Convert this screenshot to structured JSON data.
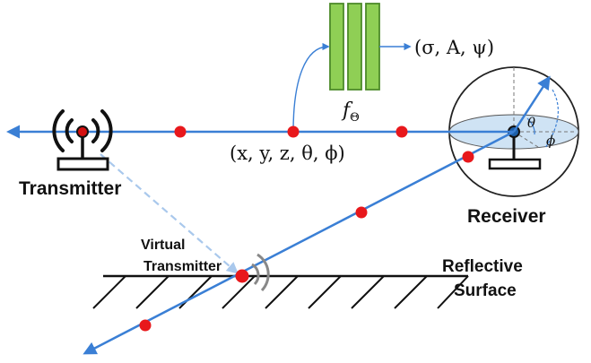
{
  "labels": {
    "transmitter": "Transmitter",
    "receiver": "Receiver",
    "virtual_transmitter_line1": "Virtual",
    "virtual_transmitter_line2": "Transmitter",
    "reflective_surface_line1": "Reflective",
    "reflective_surface_line2": "Surface",
    "input_tuple": "(x, y, z, θ, ϕ)",
    "output_tuple": "(σ, A, ψ)",
    "network_symbol": "f",
    "network_subscript": "Θ",
    "angle_theta": "θ",
    "angle_phi": "ϕ"
  },
  "colors": {
    "ray": "#3a7fd5",
    "ray_dashed": "#a9c8ec",
    "sample_point": "#e8181c",
    "network_layer_fill": "#8fcf55",
    "network_layer_stroke": "#4d8a2a",
    "sphere_equator": "#cfe3f4",
    "antenna": "#111111",
    "antenna_dot": "#d41010",
    "wave_arc": "#888888"
  }
}
